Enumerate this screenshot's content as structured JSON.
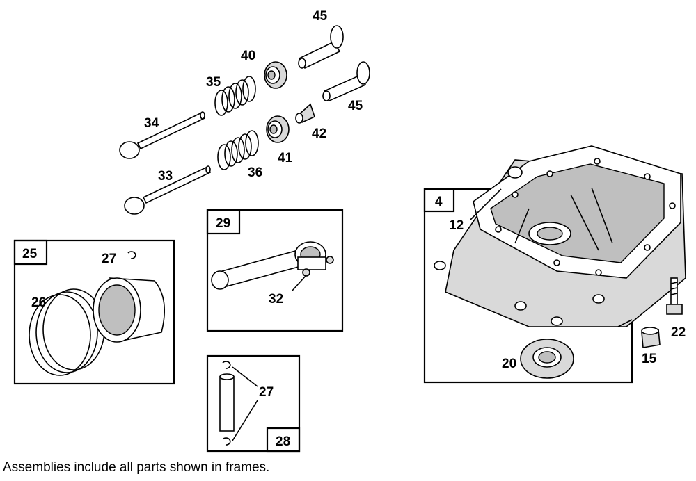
{
  "callouts": {
    "c45a": "45",
    "c45b": "45",
    "c40": "40",
    "c35": "35",
    "c34": "34",
    "c42": "42",
    "c41": "41",
    "c36": "36",
    "c33": "33",
    "c25": "25",
    "c27a": "27",
    "c26": "26",
    "c29": "29",
    "c32": "32",
    "c27b": "27",
    "c28": "28",
    "c4": "4",
    "c12": "12",
    "c22": "22",
    "c15": "15",
    "c20": "20"
  },
  "caption": "Assemblies include all parts shown in frames."
}
